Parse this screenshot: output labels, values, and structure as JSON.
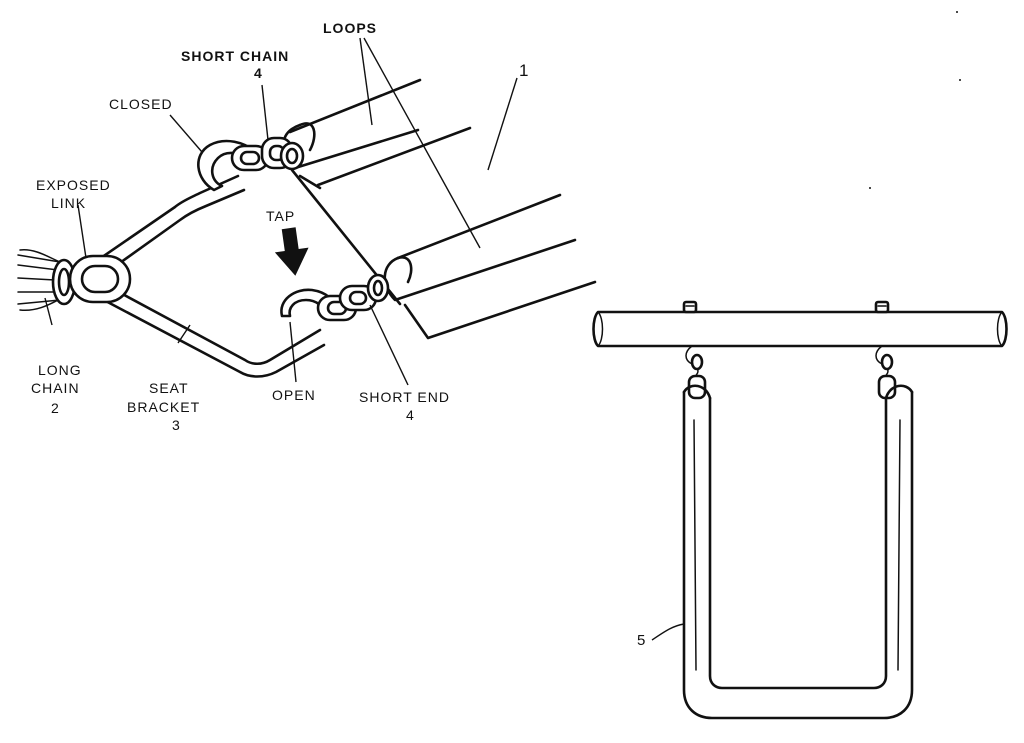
{
  "labels": {
    "loops": "LOOPS",
    "short_chain_title": "SHORT CHAIN",
    "short_chain_num": "4",
    "item_1": "1",
    "closed": "CLOSED",
    "exposed_line1": "EXPOSED",
    "exposed_line2": "LINK",
    "tap": "TAP",
    "long_chain_line1": "LONG",
    "long_chain_line2": "CHAIN",
    "long_chain_num": "2",
    "seat_line1": "SEAT",
    "seat_line2": "BRACKET",
    "seat_num": "3",
    "open": "OPEN",
    "short_end_title": "SHORT END",
    "short_end_num": "4",
    "item_5": "5"
  }
}
